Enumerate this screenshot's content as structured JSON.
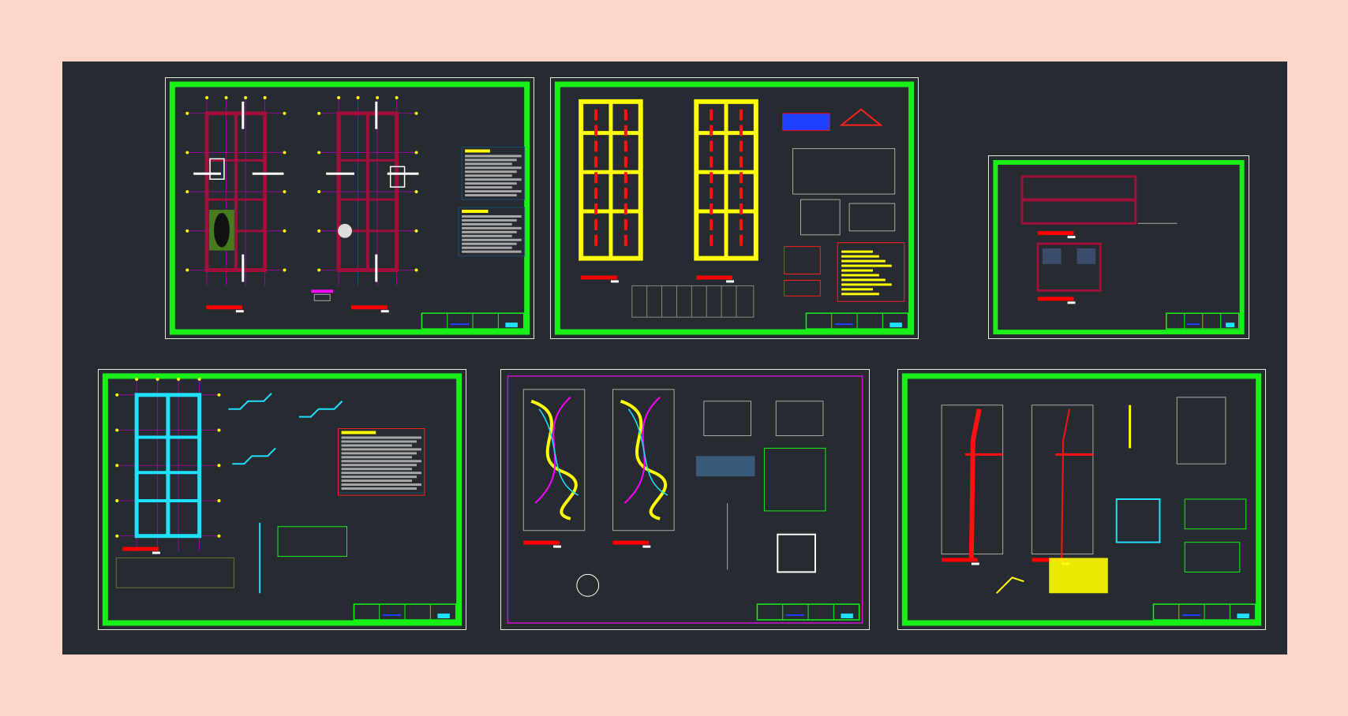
{
  "colors": {
    "background": "#fdd6ca",
    "canvas": "#262b31",
    "frame": "#18f018",
    "frame_alt": "#d010d0",
    "wall": "#a0103a",
    "structure": "#ffff00",
    "foundation": "#20e0ff",
    "axis": "#b000b0",
    "title_bar": "#ff0000",
    "text_gray": "#a8a8a8"
  },
  "sheets": [
    {
      "kind": "architecture-plans",
      "frame": "green"
    },
    {
      "kind": "structural-plans",
      "frame": "green"
    },
    {
      "kind": "sections",
      "frame": "green"
    },
    {
      "kind": "foundation-plan",
      "frame": "green"
    },
    {
      "kind": "electrical-plans",
      "frame": "magenta"
    },
    {
      "kind": "plumbing-plans",
      "frame": "green"
    }
  ]
}
